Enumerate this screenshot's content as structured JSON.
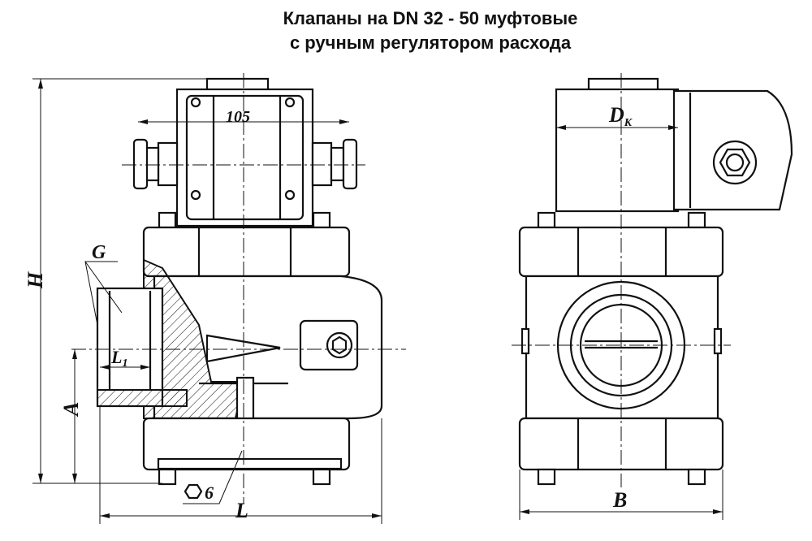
{
  "title": {
    "line1": "Клапаны на DN 32 - 50 муфтовые",
    "line2": "с ручным регулятором расхода"
  },
  "front_view": {
    "dim_width_box": "105",
    "dim_height": "H",
    "dim_axis_height": "A",
    "dim_length": "L",
    "dim_thread_length": "L",
    "dim_thread_length_sub": "1",
    "thread_label": "G",
    "hex_key_size": "6"
  },
  "side_view": {
    "dim_coil_diameter": "D",
    "dim_coil_diameter_sub": "K",
    "dim_width": "B"
  }
}
